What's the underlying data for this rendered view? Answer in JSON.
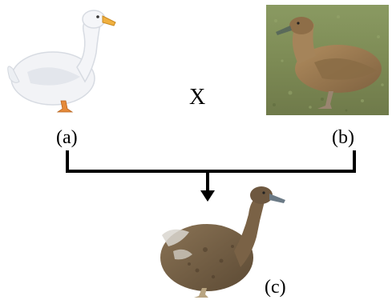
{
  "labels": {
    "parent_a": "(a)",
    "parent_b": "(b)",
    "offspring_c": "(c)",
    "cross_symbol": "X"
  },
  "images": {
    "parent_a": "white-duck-photo",
    "parent_b": "khaki-brown-duck-photo",
    "offspring_c": "brown-mottled-duck-photo"
  },
  "colors": {
    "line": "#000000",
    "white_duck_body": "#f2f3f6",
    "duck_bill_orange": "#f0b040",
    "khaki_duck_body": "#9c7a4e",
    "grass_background": "#7d8b55",
    "offspring_body": "#6f5a40"
  }
}
